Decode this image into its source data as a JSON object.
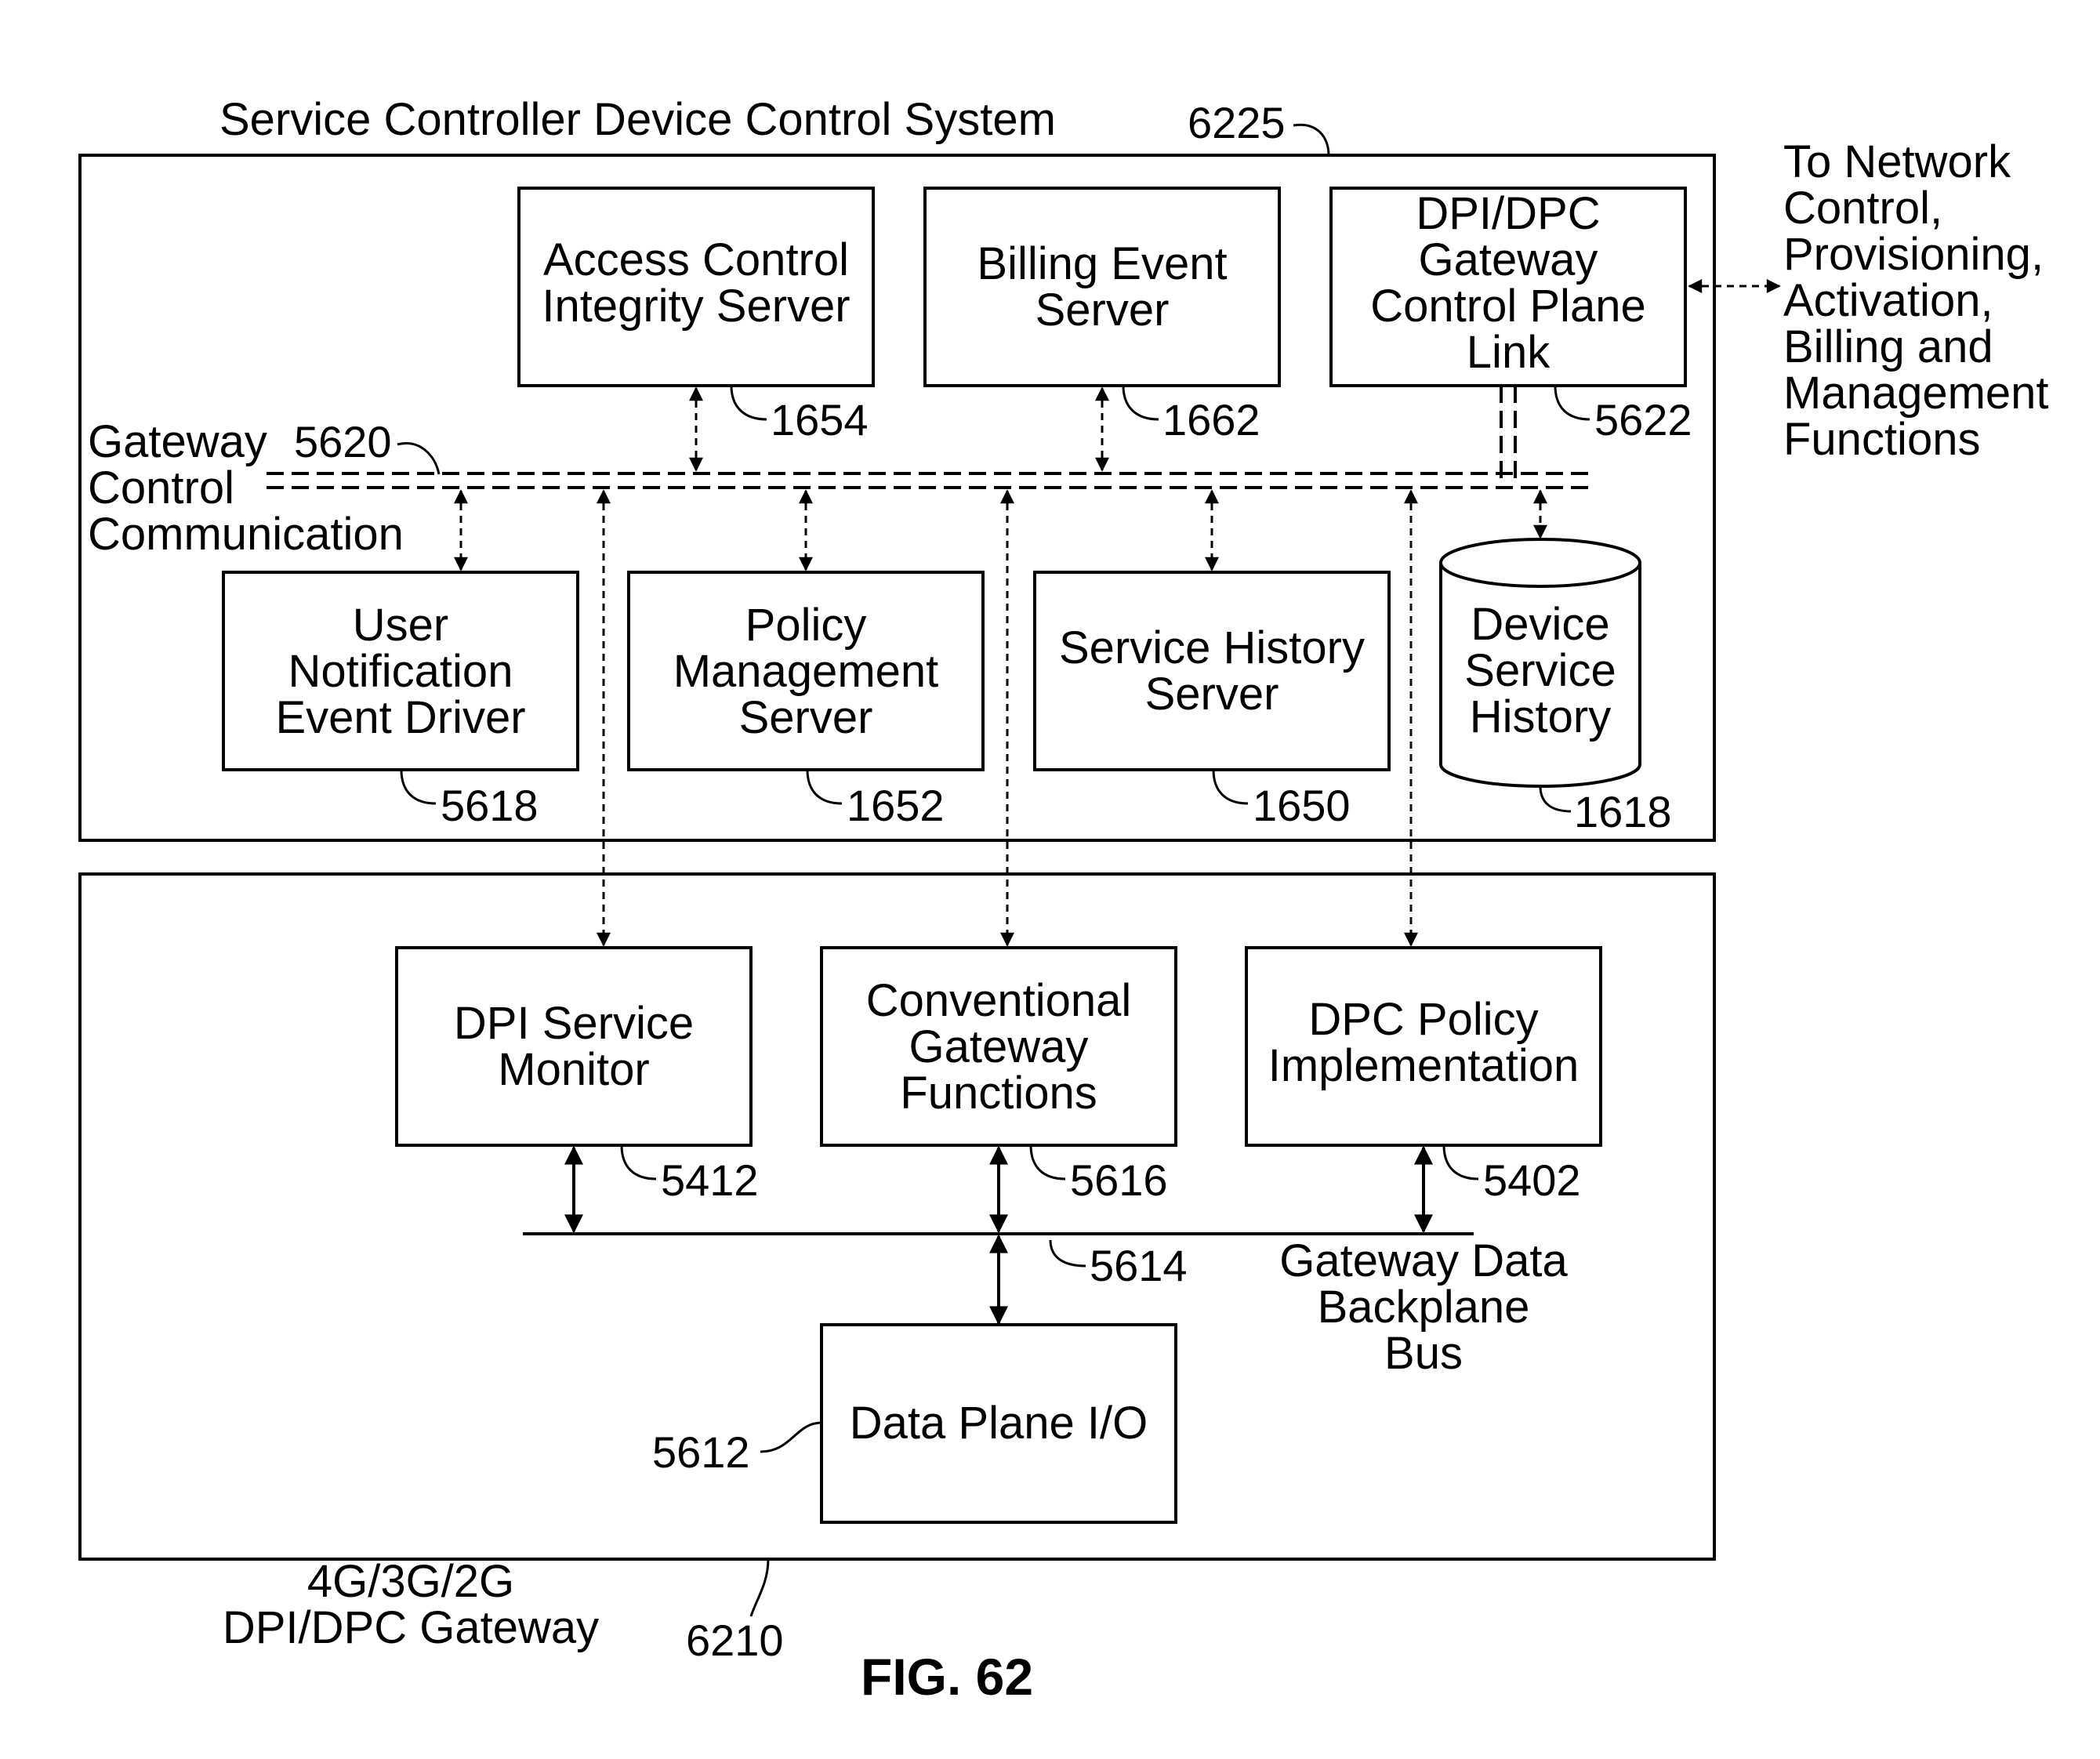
{
  "title": "Service Controller Device Control System",
  "title_ref": "6225",
  "gateway_label": "4G/3G/2G DPI/DPC Gateway",
  "gateway_ref": "6210",
  "external_label": [
    "To Network",
    "Control,",
    "Provisioning,",
    "Activation,",
    "Billing and",
    "Management",
    "Functions"
  ],
  "bus": {
    "label": [
      "Gateway",
      "Control",
      "Communication"
    ],
    "ref": "5620"
  },
  "data_bus": {
    "label": [
      "Gateway Data",
      "Backplane",
      "Bus"
    ],
    "ref": "5614"
  },
  "boxes": {
    "access_control": {
      "lines": [
        "Access Control",
        "Integrity Server"
      ],
      "ref": "1654"
    },
    "billing_event": {
      "lines": [
        "Billing Event",
        "Server"
      ],
      "ref": "1662"
    },
    "dpi_dpc_link": {
      "lines": [
        "DPI/DPC",
        "Gateway",
        "Control Plane",
        "Link"
      ],
      "ref": "5622"
    },
    "user_notification": {
      "lines": [
        "User",
        "Notification",
        "Event Driver"
      ],
      "ref": "5618"
    },
    "policy_management": {
      "lines": [
        "Policy",
        "Management",
        "Server"
      ],
      "ref": "1652"
    },
    "service_history": {
      "lines": [
        "Service History",
        "Server"
      ],
      "ref": "1650"
    },
    "device_service_history": {
      "lines": [
        "Device",
        "Service",
        "History"
      ],
      "ref": "1618"
    },
    "dpi_service_monitor": {
      "lines": [
        "DPI Service",
        "Monitor"
      ],
      "ref": "5412"
    },
    "conventional_gateway": {
      "lines": [
        "Conventional",
        "Gateway",
        "Functions"
      ],
      "ref": "5616"
    },
    "dpc_policy": {
      "lines": [
        "DPC Policy",
        "Implementation"
      ],
      "ref": "5402"
    },
    "data_plane_io": {
      "lines": [
        "Data Plane I/O"
      ],
      "ref": "5612"
    }
  },
  "figure_label": "FIG. 62"
}
